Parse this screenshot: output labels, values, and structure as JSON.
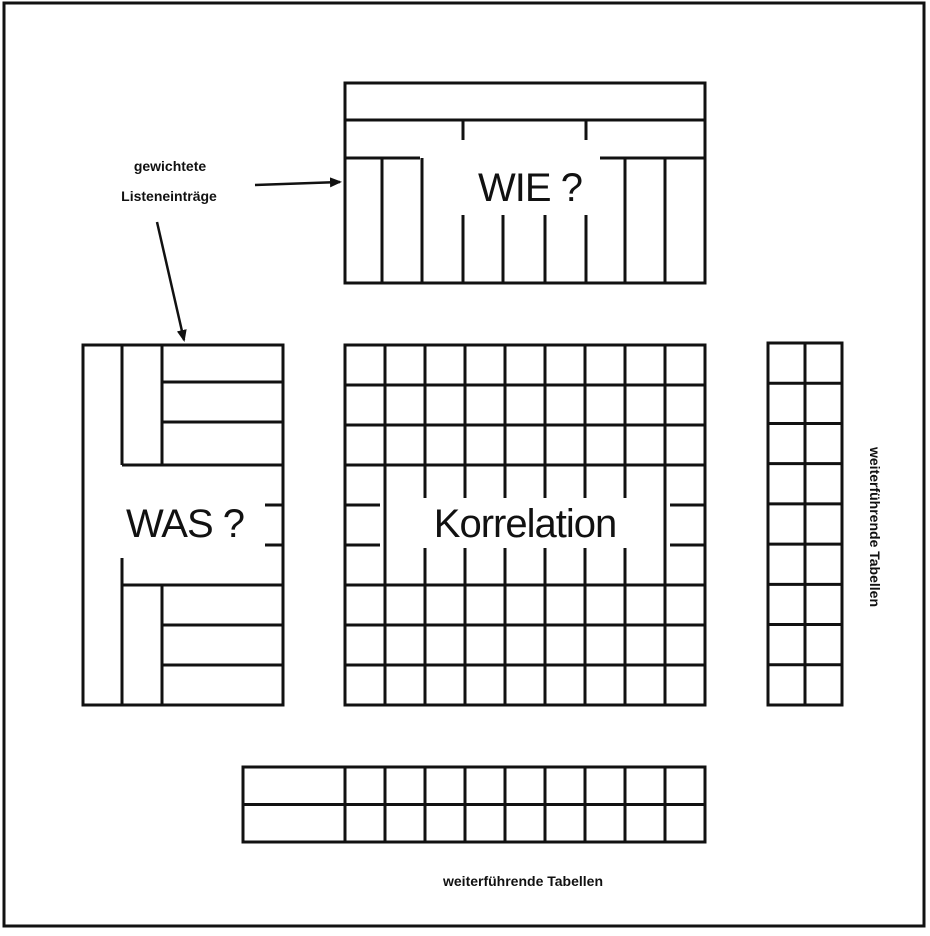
{
  "annotation": {
    "line1": "gewichtete",
    "line2": "Listeneinträge"
  },
  "tables": {
    "wie": {
      "label": "WIE ?"
    },
    "was": {
      "label": "WAS ?"
    },
    "korrelation": {
      "label": "Korrelation"
    },
    "right": {
      "caption": "weiterführende Tabellen"
    },
    "bottom": {
      "caption": "weiterführende Tabellen"
    }
  },
  "colors": {
    "line": "#111111",
    "background": "#ffffff"
  }
}
